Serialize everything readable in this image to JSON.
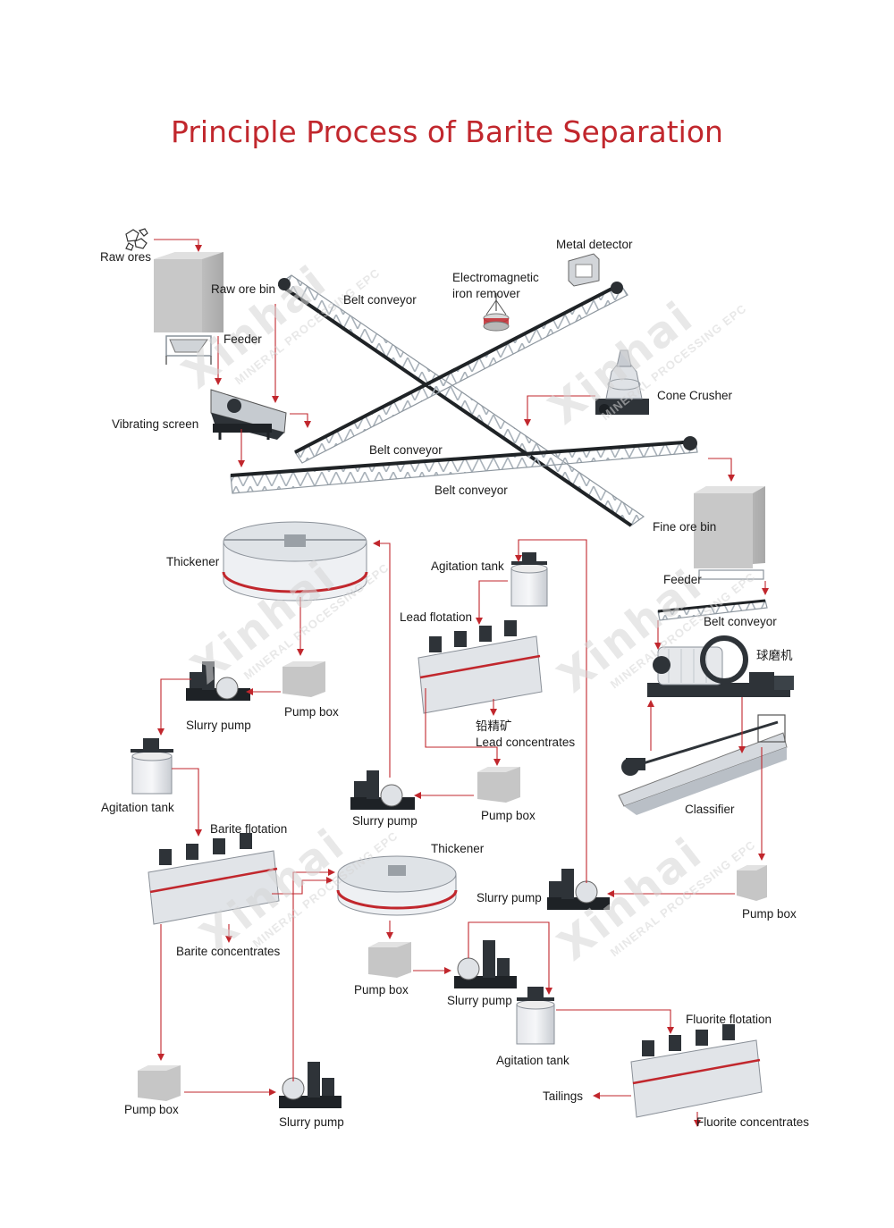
{
  "title": "Principle Process of Barite Separation",
  "colors": {
    "title": "#c1272d",
    "arrow": "#c1272d",
    "steel": "#9aa3ab",
    "machine_dark": "#2e3338",
    "bin": "#c9c9c9"
  },
  "watermark": {
    "brand": "Xinhai",
    "tagline": "MINERAL PROCESSING EPC"
  },
  "labels": {
    "raw_ores": "Raw ores",
    "raw_ore_bin": "Raw ore bin",
    "feeder_1": "Feeder",
    "vibrating_screen": "Vibrating screen",
    "belt_conveyor_1": "Belt conveyor",
    "electromagnetic_1": "Electromagnetic",
    "electromagnetic_2": "iron remover",
    "metal_detector": "Metal detector",
    "cone_crusher": "Cone Crusher",
    "belt_conveyor_2": "Belt conveyor",
    "belt_conveyor_3": "Belt conveyor",
    "fine_ore_bin": "Fine ore bin",
    "feeder_2": "Feeder",
    "belt_conveyor_4": "Belt conveyor",
    "ball_mill_cn": "球磨机",
    "classifier": "Classifier",
    "pump_box_right": "Pump box",
    "slurry_pump_right": "Slurry pump",
    "agitation_tank_top": "Agitation tank",
    "lead_flotation": "Lead flotation",
    "lead_concentrates_cn": "铅精矿",
    "lead_concentrates": "Lead concentrates",
    "pump_box_mid": "Pump box",
    "slurry_pump_mid": "Slurry pump",
    "thickener_1": "Thickener",
    "pump_box_left": "Pump box",
    "slurry_pump_left": "Slurry pump",
    "agitation_tank_left": "Agitation tank",
    "barite_flotation": "Barite flotation",
    "barite_concentrates": "Barite concentrates",
    "thickener_2": "Thickener",
    "pump_box_bottom_mid": "Pump box",
    "slurry_pump_bottom_mid": "Slurry pump",
    "agitation_tank_bottom": "Agitation tank",
    "fluorite_flotation": "Fluorite flotation",
    "tailings": "Tailings",
    "fluorite_concentrates": "Fluorite concentrates",
    "pump_box_bottom_left": "Pump box",
    "slurry_pump_bottom_left": "Slurry pump"
  }
}
